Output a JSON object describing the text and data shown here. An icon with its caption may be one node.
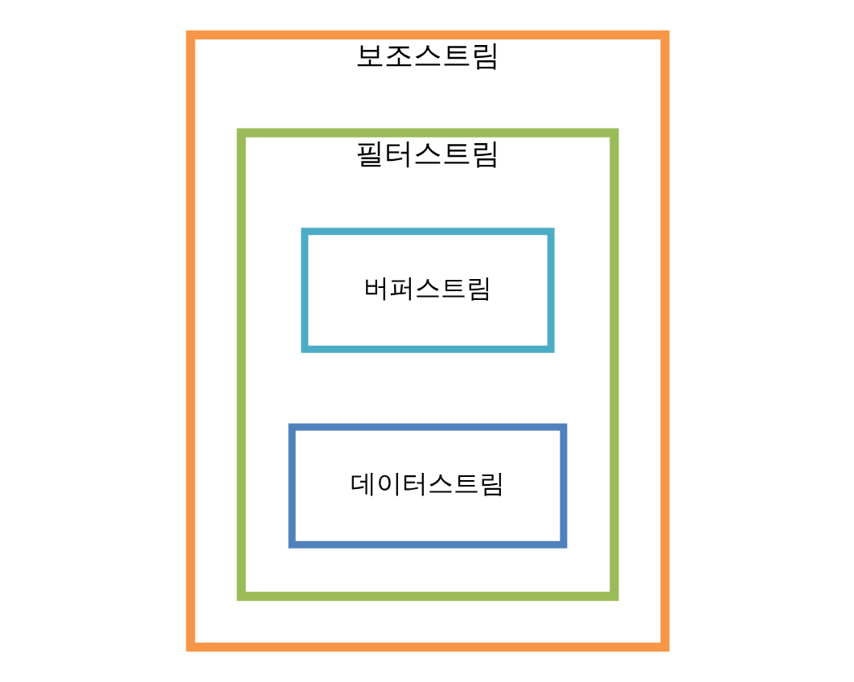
{
  "diagram": {
    "nodes": [
      {
        "text": [
          "보조스트림"
        ]
      },
      {
        "text": [
          "필터스트림"
        ],
        "in": 0
      },
      {
        "text": [
          "버퍼스트림"
        ],
        "in": 1
      },
      {
        "text": [
          "데이터스트림"
        ],
        "in": 1
      }
    ]
  }
}
